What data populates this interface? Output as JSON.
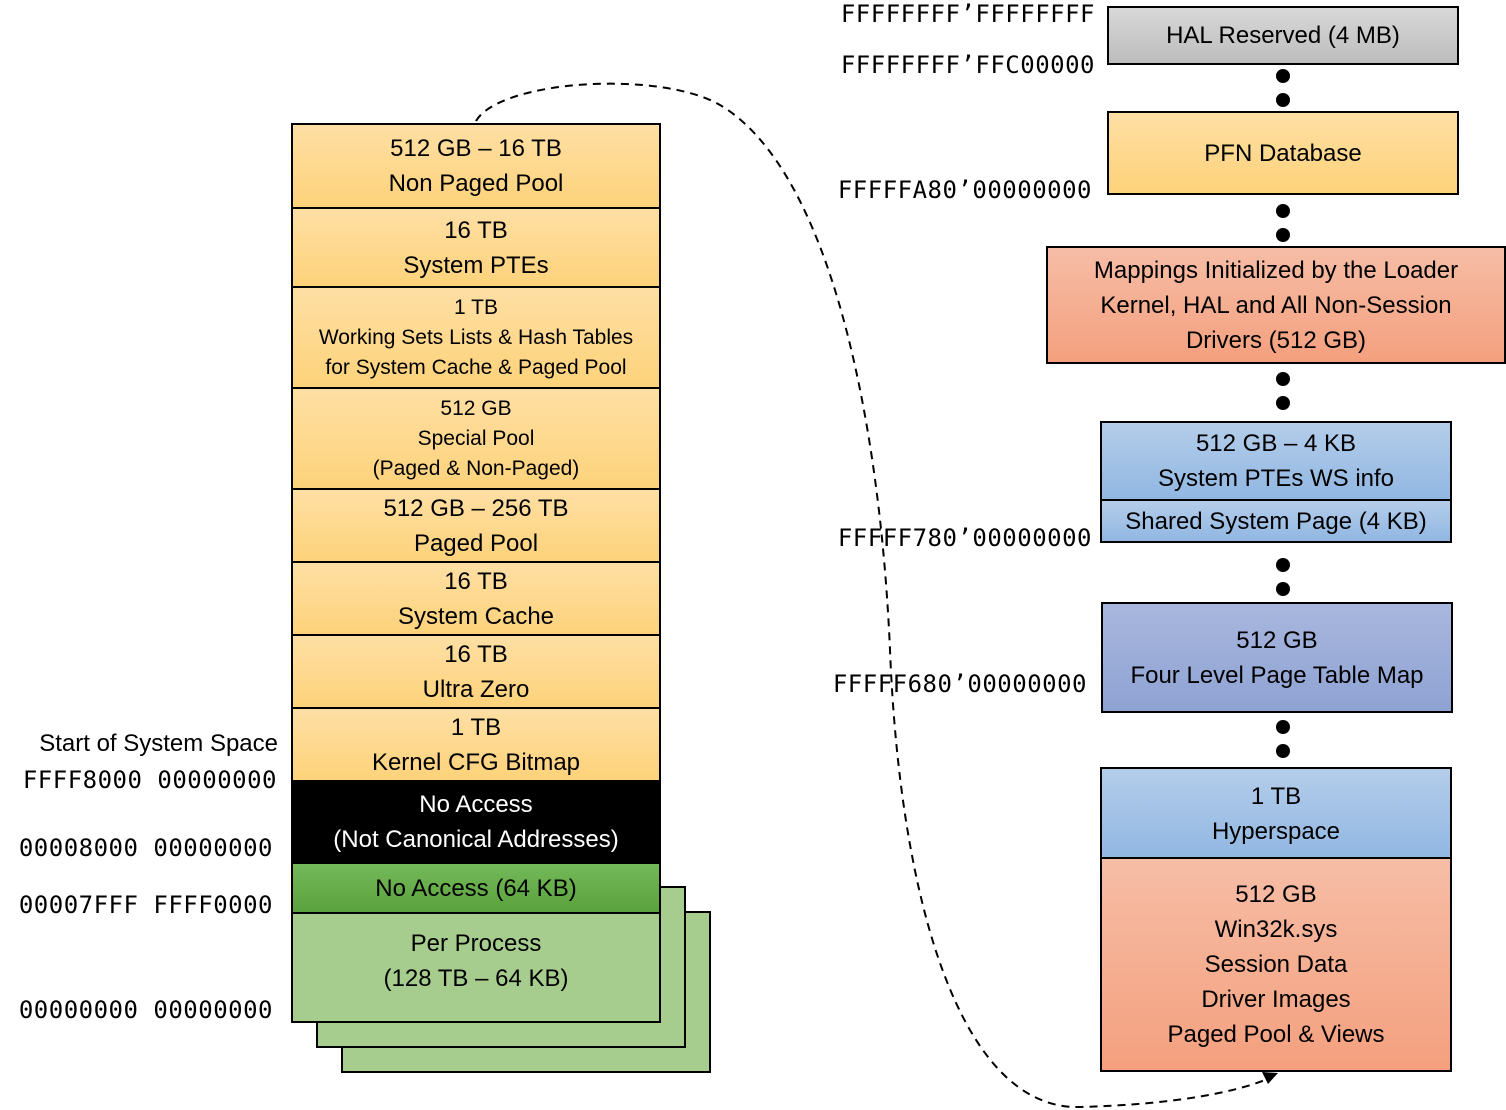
{
  "left_stack": {
    "regions": [
      {
        "lines": [
          "512 GB – 16 TB",
          "Non Paged Pool"
        ]
      },
      {
        "lines": [
          "16 TB",
          "System PTEs"
        ]
      },
      {
        "lines": [
          "1 TB",
          "Working Sets Lists & Hash Tables",
          "for System Cache & Paged Pool"
        ]
      },
      {
        "lines": [
          "512 GB",
          "Special Pool",
          "(Paged & Non-Paged)"
        ]
      },
      {
        "lines": [
          "512 GB – 256 TB",
          "Paged Pool"
        ]
      },
      {
        "lines": [
          "16 TB",
          "System Cache"
        ]
      },
      {
        "lines": [
          "16 TB",
          "Ultra Zero"
        ]
      },
      {
        "lines": [
          "1 TB",
          "Kernel CFG Bitmap"
        ]
      },
      {
        "lines": [
          "No Access",
          "(Not Canonical Addresses)"
        ]
      },
      {
        "lines": [
          "No Access (64 KB)"
        ]
      },
      {
        "lines": [
          "Per Process",
          "(128 TB – 64 KB)"
        ]
      }
    ],
    "start_label": "Start of System Space",
    "addresses": {
      "system_start": "FFFF8000 00000000",
      "non_canonical_low": "00008000 00000000",
      "no_access_64k": "00007FFF FFFF0000",
      "zero": "00000000 00000000"
    }
  },
  "right_stack": {
    "regions": [
      {
        "lines": [
          "HAL Reserved (4 MB)"
        ]
      },
      {
        "lines": [
          "PFN Database"
        ]
      },
      {
        "lines": [
          "Mappings Initialized by the Loader",
          "Kernel, HAL and All Non-Session",
          "Drivers (512 GB)"
        ]
      },
      {
        "lines": [
          "512 GB – 4 KB",
          "System PTEs WS info"
        ]
      },
      {
        "lines": [
          "Shared System Page (4 KB)"
        ]
      },
      {
        "lines": [
          "512 GB",
          "Four Level Page Table Map"
        ]
      },
      {
        "lines": [
          "1 TB",
          "Hyperspace"
        ]
      },
      {
        "lines": [
          "512 GB",
          "Win32k.sys",
          "Session Data",
          "Driver Images",
          "Paged Pool & Views"
        ]
      }
    ],
    "addresses": {
      "top": "FFFFFFFF’FFFFFFFF",
      "hal": "FFFFFFFF’FFC00000",
      "pfn": "FFFFFA80’00000000",
      "shared": "FFFFF780’00000000",
      "pagemap": "FFFFF680’00000000"
    }
  }
}
